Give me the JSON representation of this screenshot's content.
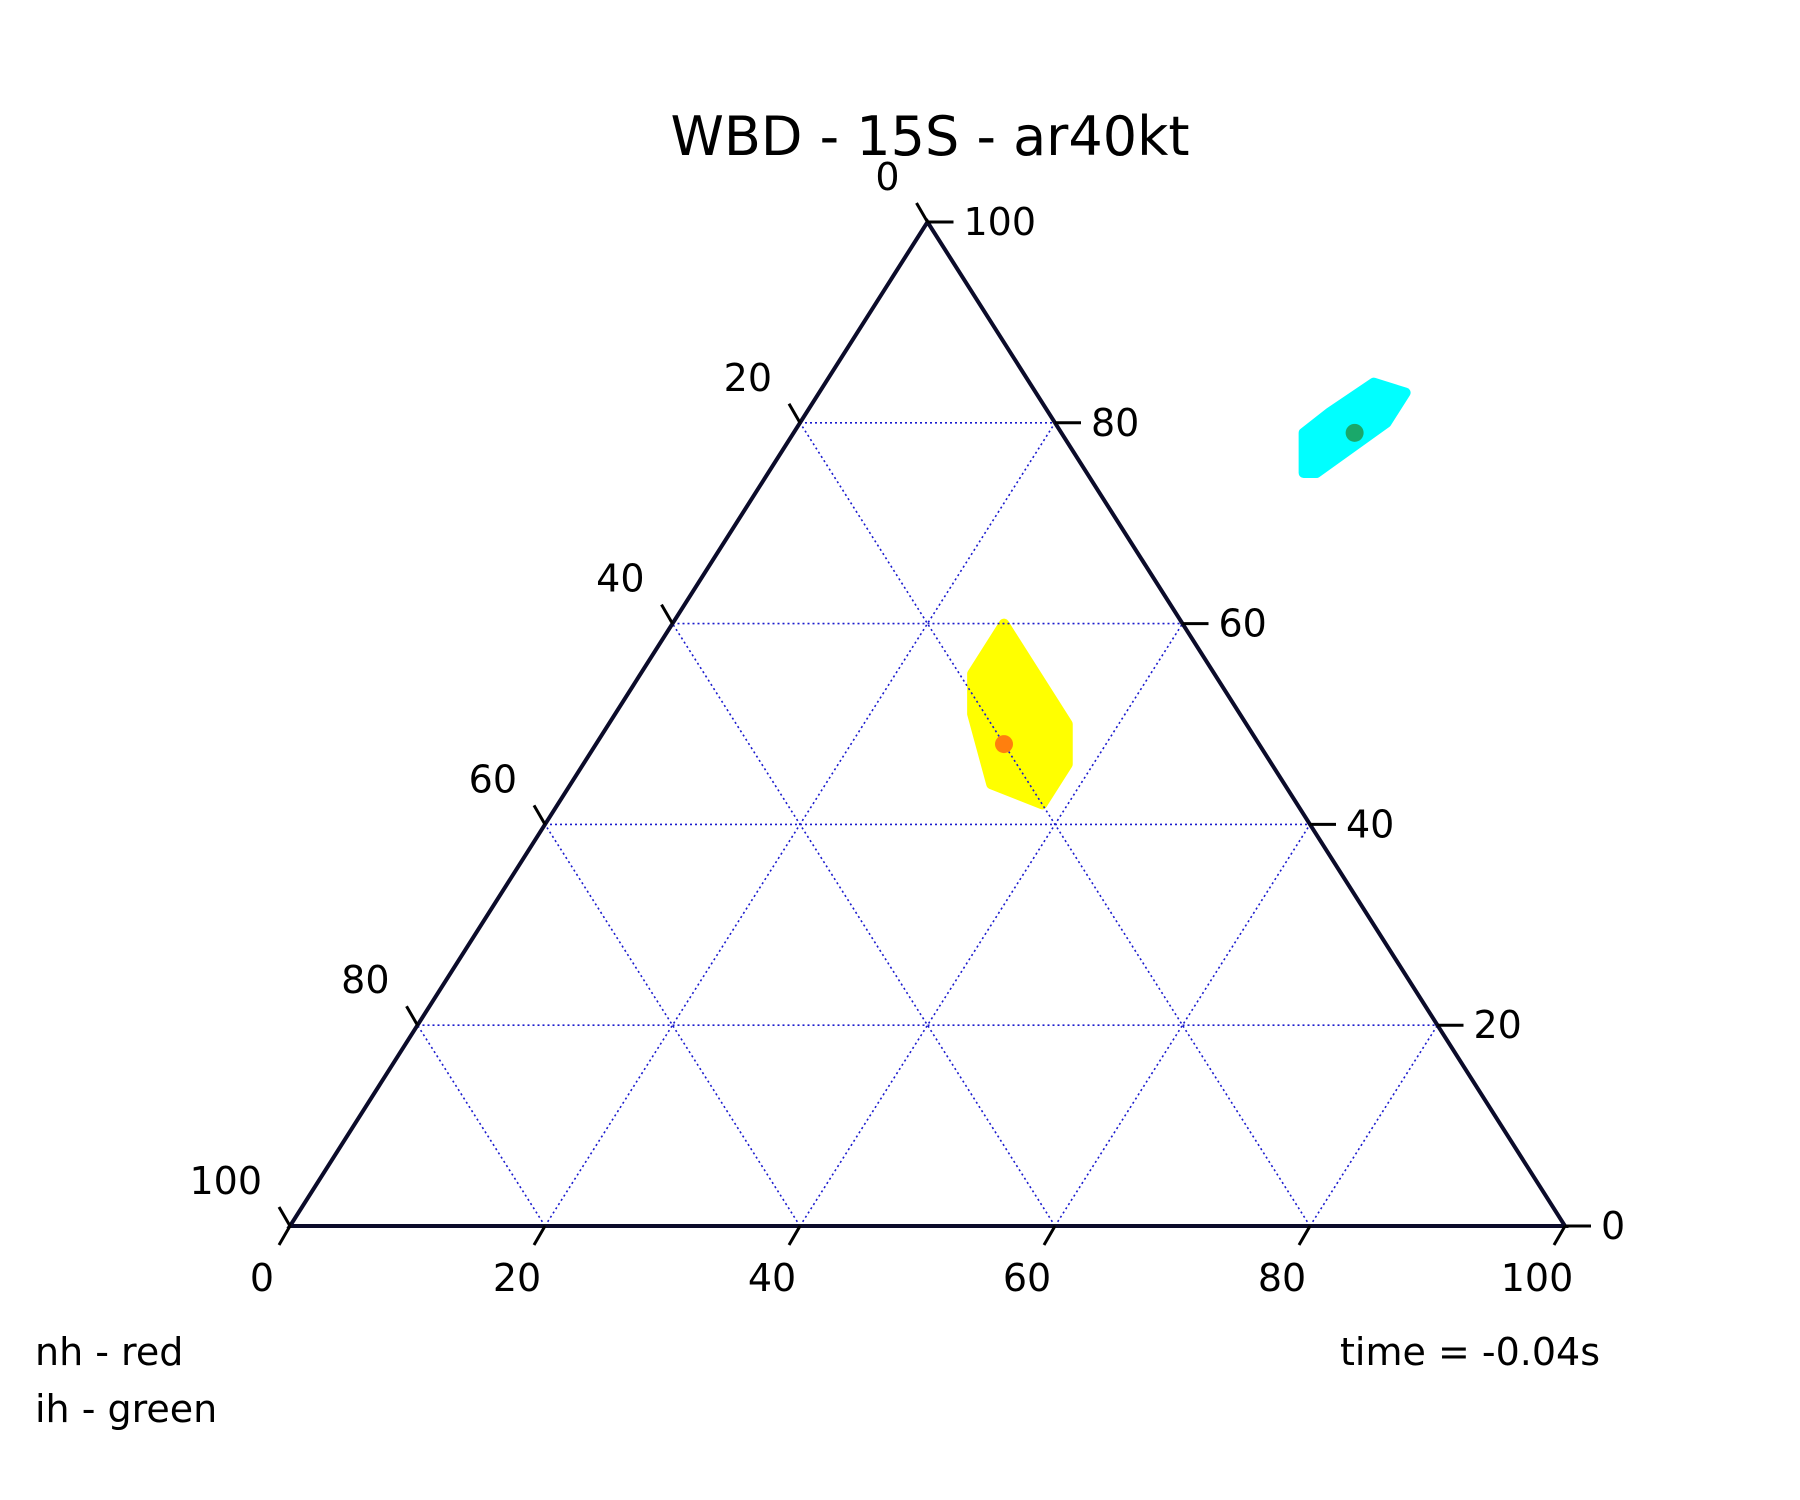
{
  "chart_data": {
    "type": "scatter",
    "subtype": "ternary",
    "title": "WBD - 15S - ar40kt",
    "ticks": [
      0,
      20,
      40,
      60,
      80,
      100
    ],
    "grid": true,
    "grid_color": "#1a1acd",
    "series": [
      {
        "name": "nh",
        "point": {
          "bottom": 32,
          "right": 48,
          "left": 20
        },
        "point_color": "#ff7f0e",
        "region_color": "#ffff00",
        "region": [
          {
            "bottom": 33,
            "right": 44
          },
          {
            "bottom": 38,
            "right": 42
          },
          {
            "bottom": 38,
            "right": 46
          },
          {
            "bottom": 36,
            "right": 50
          },
          {
            "bottom": 31,
            "right": 55
          },
          {
            "bottom": 27,
            "right": 59
          },
          {
            "bottom": 26,
            "right": 60
          },
          {
            "bottom": 26,
            "right": 55
          },
          {
            "bottom": 28,
            "right": 51
          }
        ]
      },
      {
        "name": "ih",
        "point": {
          "bottom": 44,
          "right": 79,
          "left": -23
        },
        "point_color": "#1aa86a",
        "region_color": "#00ffff",
        "region": [
          {
            "bottom": 43,
            "right": 84
          },
          {
            "bottom": 46,
            "right": 83
          },
          {
            "bottom": 46,
            "right": 80
          },
          {
            "bottom": 43,
            "right": 75
          },
          {
            "bottom": 42,
            "right": 75
          },
          {
            "bottom": 40,
            "right": 79
          },
          {
            "bottom": 41,
            "right": 81
          }
        ]
      }
    ],
    "annotations": [
      "nh - red",
      "ih - green",
      "time = -0.04s"
    ]
  }
}
